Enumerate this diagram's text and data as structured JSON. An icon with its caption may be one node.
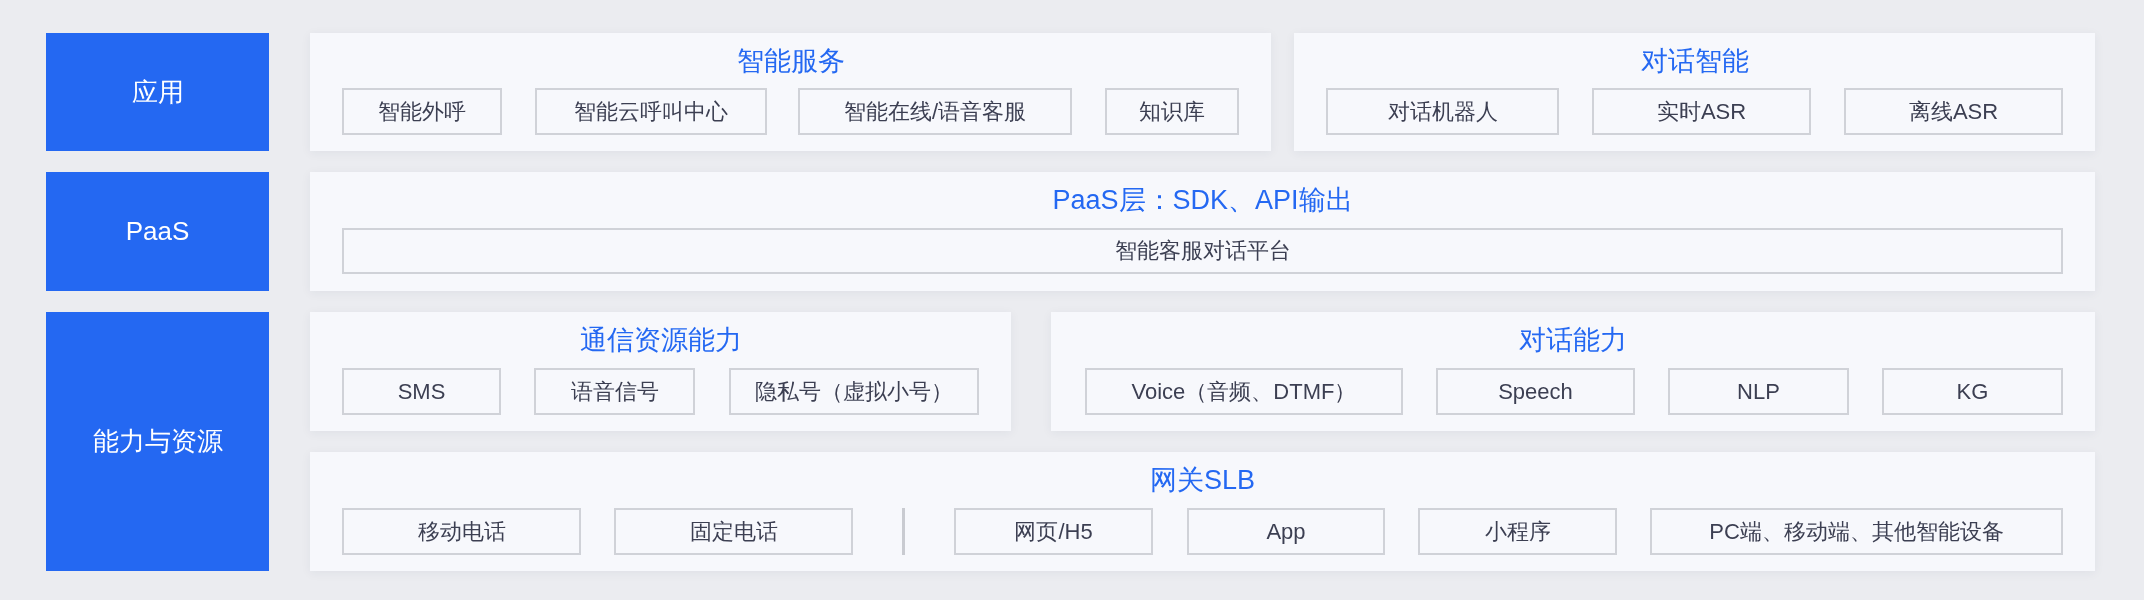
{
  "diagram": {
    "nodes": [
      {
        "text": [
          "应用"
        ]
      },
      {
        "text": [
          "智能服务"
        ]
      },
      {
        "text": [
          "智能外呼"
        ],
        "in": 1
      },
      {
        "text": [
          "智能云呼叫中心"
        ],
        "in": 1
      },
      {
        "text": [
          "智能在线/语音客服"
        ],
        "in": 1
      },
      {
        "text": [
          "知识库"
        ],
        "in": 1
      },
      {
        "text": [
          "对话智能"
        ]
      },
      {
        "text": [
          "对话机器人"
        ],
        "in": 6
      },
      {
        "text": [
          "实时ASR"
        ],
        "in": 6
      },
      {
        "text": [
          "离线ASR"
        ],
        "in": 6
      },
      {
        "text": [
          "PaaS"
        ]
      },
      {
        "text": [
          "PaaS层：SDK、API输出"
        ]
      },
      {
        "text": [
          "智能客服对话平台"
        ],
        "in": 11
      },
      {
        "text": [
          "能力与资源"
        ]
      },
      {
        "text": [
          "通信资源能力"
        ]
      },
      {
        "text": [
          "SMS"
        ],
        "in": 14
      },
      {
        "text": [
          "语音信号"
        ],
        "in": 14
      },
      {
        "text": [
          "隐私号（虚拟小号）"
        ],
        "in": 14
      },
      {
        "text": [
          "对话能力"
        ]
      },
      {
        "text": [
          "Voice（音频、DTMF）"
        ],
        "in": 18
      },
      {
        "text": [
          "Speech"
        ],
        "in": 18
      },
      {
        "text": [
          "NLP"
        ],
        "in": 18
      },
      {
        "text": [
          "KG"
        ],
        "in": 18
      },
      {
        "text": [
          "网关SLB"
        ]
      },
      {
        "text": [
          "移动电话"
        ],
        "in": 23
      },
      {
        "text": [
          "固定电话"
        ],
        "in": 23
      },
      {
        "text": [
          "网页/H5"
        ],
        "in": 23
      },
      {
        "text": [
          "App"
        ],
        "in": 23
      },
      {
        "text": [
          "小程序"
        ],
        "in": 23
      },
      {
        "text": [
          "PC端、移动端、其他智能设备"
        ],
        "in": 23
      }
    ]
  }
}
